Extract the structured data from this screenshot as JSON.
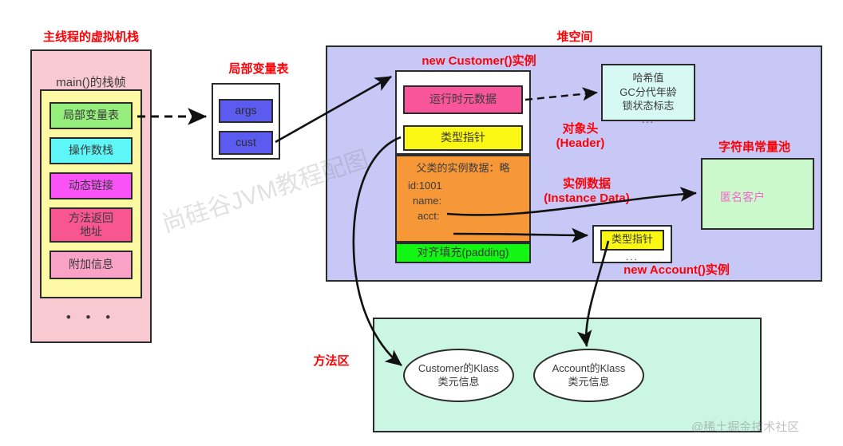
{
  "diagram": {
    "title_stack": "主线程的虚拟机栈",
    "title_heap": "堆空间",
    "title_lvt": "局部变量表",
    "title_method_area": "方法区",
    "title_string_pool": "字符串常量池"
  },
  "stack": {
    "frame_title": "main()的栈帧",
    "slots": [
      {
        "label": "局部变量表",
        "color": "#95ee7c"
      },
      {
        "label": "操作数栈",
        "color": "#5ef6f6"
      },
      {
        "label": "动态链接",
        "color": "#f952f6"
      },
      {
        "label": "方法返回\n地址",
        "line1": "方法返回",
        "line2": "地址",
        "color": "#f8568f"
      },
      {
        "label": "附加信息",
        "color": "#f9a1c6"
      }
    ],
    "ellipsis": "• • •"
  },
  "local_variable_table": {
    "slots": [
      {
        "name": "args",
        "color": "#5b5bf0"
      },
      {
        "name": "cust",
        "color": "#5b5bf0"
      }
    ]
  },
  "heap": {
    "customer_instance": {
      "caption": "new Customer()实例",
      "object_header": {
        "runtime_metadata": "运行时元数据",
        "type_pointer": "类型指针"
      },
      "instance_data": {
        "parent": "父类的实例数据：略",
        "fields": [
          "id:1001",
          "name:",
          "acct:"
        ]
      },
      "padding": "对齐填充(padding)"
    },
    "mark_word": {
      "lines": [
        "哈希值",
        "GC分代年龄",
        "锁状态标志"
      ],
      "ellipsis": "..."
    },
    "labels": {
      "header_cn": "对象头",
      "header_en": "(Header)",
      "instance_cn": "实例数据",
      "instance_en": "(Instance Data)"
    },
    "string_pool": {
      "value": "匿名客户",
      "value_color": "#f06ad0"
    },
    "account_instance": {
      "caption": "new Account()实例",
      "type_pointer": "类型指针",
      "ellipsis": "..."
    }
  },
  "method_area": {
    "klass": [
      {
        "line1": "Customer的Klass",
        "line2": "类元信息"
      },
      {
        "line1": "Account的Klass",
        "line2": "类元信息"
      }
    ]
  },
  "watermarks": {
    "middle": "尚硅谷JVM教程配图",
    "bottom_right": "@稀土掘金技术社区"
  },
  "colors": {
    "label_red": "#fb0207",
    "heap_bg": "#c8c8f7",
    "stack_bg": "#f9c9d1",
    "frame_bg": "#fcf8a3",
    "method_area_bg": "#ccf6e4",
    "string_pool_bg": "#ccf9cb",
    "instance_data_bg": "#f79838",
    "padding_bg": "#13f613",
    "type_pointer_bg": "#fbf714",
    "metadata_bg": "#f8559a",
    "mark_word_bg": "#d6f9f3"
  }
}
